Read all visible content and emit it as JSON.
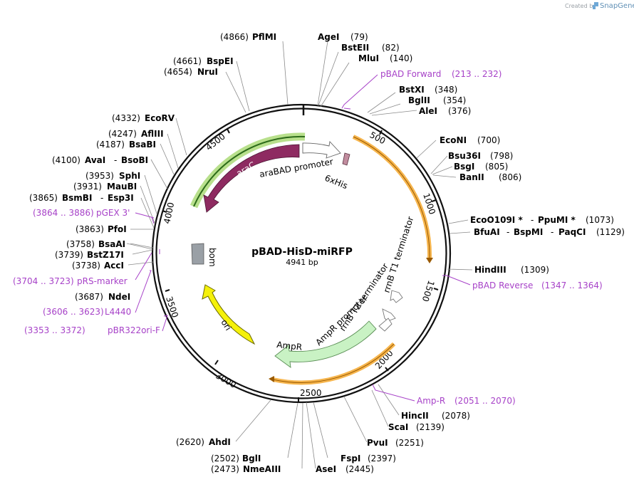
{
  "header": {
    "created_by": "Created by",
    "brand": "SnapGene"
  },
  "plasmid": {
    "name": "pBAD-HisD-miRFP",
    "length_label": "4941 bp"
  },
  "ticks": [
    "500",
    "1000",
    "1500",
    "2000",
    "2500",
    "3000",
    "3500",
    "4000",
    "4500"
  ],
  "features": {
    "araC": "araC",
    "araBAD": "araBAD promoter",
    "his": "6xHis",
    "rrnb1": "rrnB T1 terminator",
    "rrnb2": "rrnB T2 terminator",
    "ampr_prom": "AmpR promoter",
    "ampr": "AmpR",
    "ori": "ori",
    "bom": "bom"
  },
  "sites": {
    "pfl": {
      "pos": "(4866)",
      "name": "PflMI"
    },
    "age": {
      "name": "AgeI",
      "pos": "(79)"
    },
    "bste": {
      "name": "BstEII",
      "pos": "(82)"
    },
    "mlu": {
      "name": "MluI",
      "pos": "(140)"
    },
    "pbadf": {
      "name": "pBAD Forward",
      "pos": "(213 .. 232)"
    },
    "bstx": {
      "name": "BstXI",
      "pos": "(348)"
    },
    "bgl2": {
      "name": "BglII",
      "pos": "(354)"
    },
    "ale": {
      "name": "AleI",
      "pos": "(376)"
    },
    "econ": {
      "name": "EcoNI",
      "pos": "(700)"
    },
    "bsu36": {
      "name": "Bsu36I",
      "pos": "(798)"
    },
    "bsg": {
      "name": "BsgI",
      "pos": "(805)"
    },
    "ban2": {
      "name": "BanII",
      "pos": "(806)"
    },
    "eco109": {
      "name": "EcoO109I *",
      "sep": "-",
      "name2": "PpuMI *",
      "pos": "(1073)"
    },
    "bfua": {
      "name": "BfuAI",
      "sep": "-",
      "name2": "BspMI",
      "sep2": "-",
      "name3": "PaqCI",
      "pos": "(1129)"
    },
    "hind3": {
      "name": "HindIII",
      "pos": "(1309)"
    },
    "pbadr": {
      "name": "pBAD Reverse",
      "pos": "(1347 .. 1364)"
    },
    "ampr_primer": {
      "name": "Amp-R",
      "pos": "(2051 .. 2070)"
    },
    "hinc2": {
      "name": "HincII",
      "pos": "(2078)"
    },
    "sca": {
      "name": "ScaI",
      "pos": "(2139)"
    },
    "pvu": {
      "name": "PvuI",
      "pos": "(2251)"
    },
    "fsp": {
      "name": "FspI",
      "pos": "(2397)"
    },
    "ase": {
      "name": "AseI",
      "pos": "(2445)"
    },
    "nmea3": {
      "pos": "(2473)",
      "name": "NmeAIII"
    },
    "bgl1": {
      "pos": "(2502)",
      "name": "BglI"
    },
    "ahd": {
      "pos": "(2620)",
      "name": "AhdI"
    },
    "pbr322": {
      "pos": "(3353 .. 3372)",
      "name": "pBR322ori-F"
    },
    "l4440": {
      "pos": "(3606 .. 3623)",
      "name": "L4440"
    },
    "nde": {
      "pos": "(3687)",
      "name": "NdeI"
    },
    "prs": {
      "pos": "(3704 .. 3723)",
      "name": "pRS-marker"
    },
    "acc": {
      "pos": "(3738)",
      "name": "AccI"
    },
    "bstz17": {
      "pos": "(3739)",
      "name": "BstZ17I"
    },
    "bsaa": {
      "pos": "(3758)",
      "name": "BsaAI"
    },
    "pfo": {
      "pos": "(3863)",
      "name": "PfoI"
    },
    "pgex3": {
      "pos": "(3864 .. 3886)",
      "name": "pGEX 3'"
    },
    "bsmb": {
      "pos": "(3865)",
      "name": "BsmBI",
      "sep": "-",
      "name2": "Esp3I"
    },
    "mau": {
      "pos": "(3931)",
      "name": "MauBI"
    },
    "sph": {
      "pos": "(3953)",
      "name": "SphI"
    },
    "ava": {
      "pos": "(4100)",
      "name": "AvaI",
      "sep": "-",
      "name2": "BsoBI"
    },
    "bsab": {
      "pos": "(4187)",
      "name": "BsaBI"
    },
    "afl3": {
      "pos": "(4247)",
      "name": "AflIII"
    },
    "ecorv": {
      "pos": "(4332)",
      "name": "EcoRV"
    },
    "nru": {
      "pos": "(4654)",
      "name": "NruI"
    },
    "bspe": {
      "pos": "(4661)",
      "name": "BspEI"
    }
  }
}
